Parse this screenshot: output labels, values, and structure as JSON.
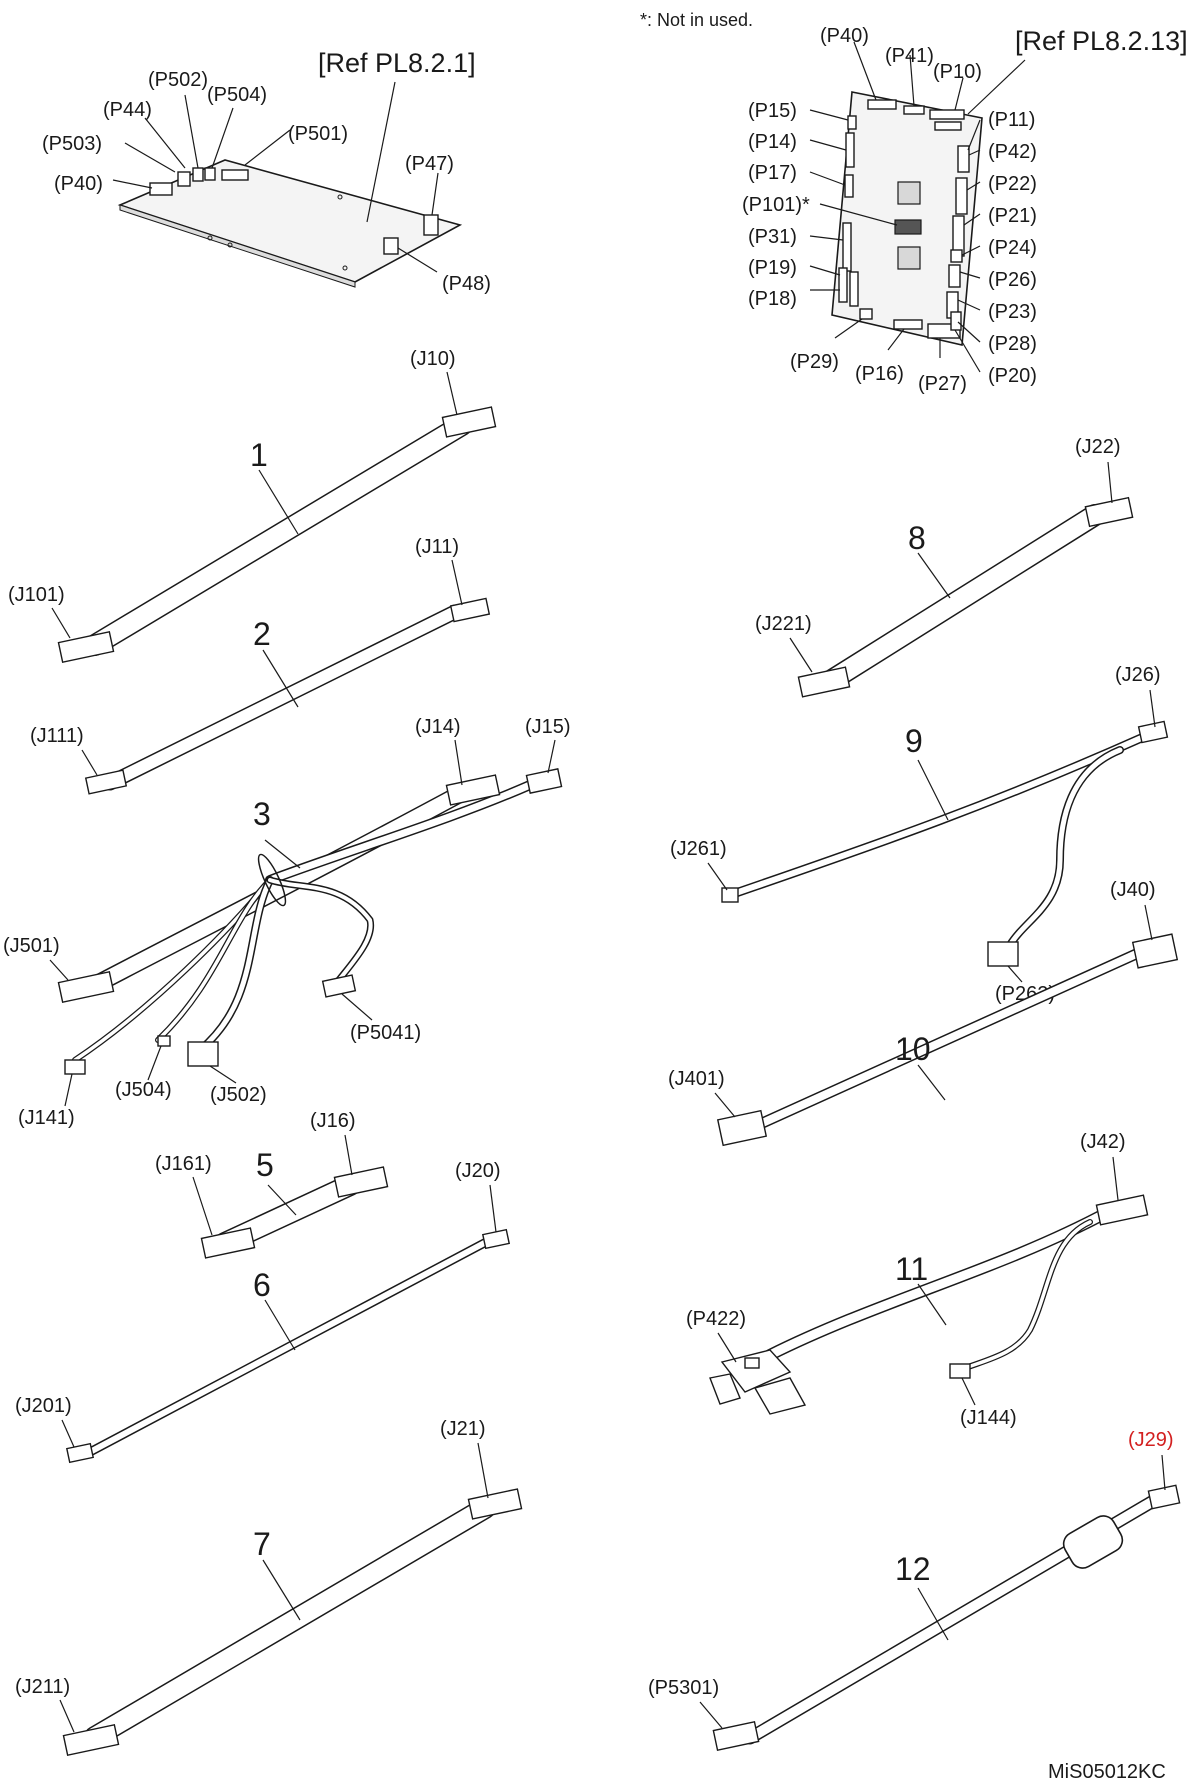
{
  "note": "*: Not in used.",
  "doc_id": "MiS05012KC",
  "refs": {
    "left_board": "[Ref PL8.2.1]",
    "right_board": "[Ref PL8.2.13]"
  },
  "left_board_labels": [
    "(P502)",
    "(P44)",
    "(P504)",
    "(P503)",
    "(P501)",
    "(P40)",
    "(P47)",
    "(P48)"
  ],
  "right_board_labels": [
    "(P40)",
    "(P41)",
    "(P10)",
    "(P15)",
    "(P11)",
    "(P14)",
    "(P42)",
    "(P17)",
    "(P22)",
    "(P101)*",
    "(P21)",
    "(P31)",
    "(P24)",
    "(P19)",
    "(P26)",
    "(P18)",
    "(P23)",
    "(P28)",
    "(P29)",
    "(P16)",
    "(P20)",
    "(P27)"
  ],
  "cables": [
    {
      "number": "1",
      "labels": [
        "(J10)",
        "(J101)"
      ]
    },
    {
      "number": "2",
      "labels": [
        "(J11)",
        "(J111)"
      ]
    },
    {
      "number": "3",
      "labels": [
        "(J14)",
        "(J15)",
        "(J501)",
        "(P5041)",
        "(J504)",
        "(J502)",
        "(J141)"
      ]
    },
    {
      "number": "5",
      "labels": [
        "(J16)",
        "(J161)"
      ]
    },
    {
      "number": "6",
      "labels": [
        "(J20)",
        "(J201)"
      ]
    },
    {
      "number": "7",
      "labels": [
        "(J21)",
        "(J211)"
      ]
    },
    {
      "number": "8",
      "labels": [
        "(J22)",
        "(J221)"
      ]
    },
    {
      "number": "9",
      "labels": [
        "(J26)",
        "(J261)",
        "(P262)"
      ]
    },
    {
      "number": "10",
      "labels": [
        "(J40)",
        "(J401)"
      ]
    },
    {
      "number": "11",
      "labels": [
        "(J42)",
        "(P422)",
        "(J144)"
      ]
    },
    {
      "number": "12",
      "labels": [
        "(J29)",
        "(P5301)"
      ]
    }
  ],
  "colors": {
    "line": "#1a1a1a",
    "highlight_label": "#d32020",
    "background": "#ffffff"
  }
}
